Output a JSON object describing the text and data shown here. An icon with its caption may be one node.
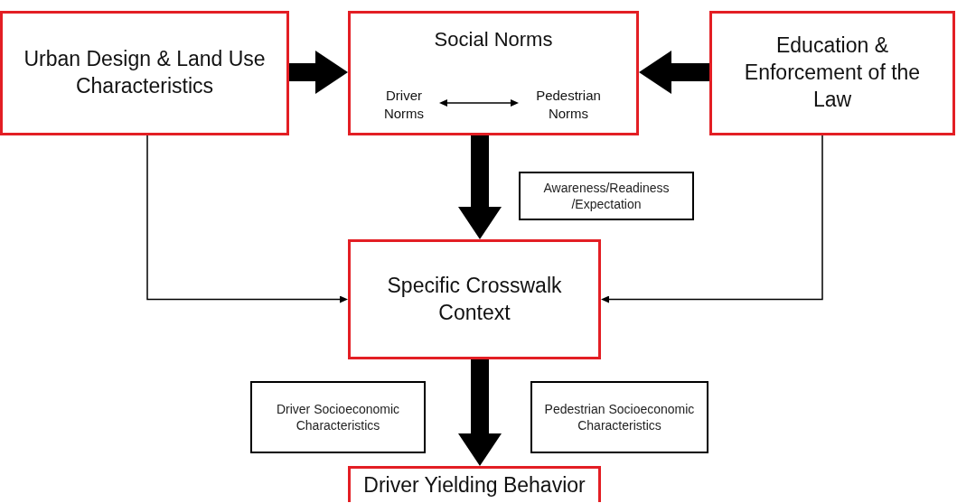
{
  "diagram": {
    "nodes": [
      {
        "text": [
          "Urban Design & Land Use Characteristics"
        ]
      },
      {
        "text": [
          "Social Norms"
        ]
      },
      {
        "text": [
          "Driver Norms"
        ],
        "in": 1
      },
      {
        "text": [
          "Pedestrian Norms"
        ],
        "in": 1
      },
      {
        "text": [
          "Education & Enforcement of the Law"
        ]
      },
      {
        "text": [
          "Awareness/Readiness /Expectation"
        ]
      },
      {
        "text": [
          "Specific Crosswalk Context"
        ]
      },
      {
        "text": [
          "Driver Socioeconomic Characteristics"
        ]
      },
      {
        "text": [
          "Pedestrian Socioeconomic Characteristics"
        ]
      },
      {
        "text": [
          "Driver Yielding Behavior"
        ]
      }
    ],
    "edges": [
      {
        "from": 0,
        "to": 1,
        "arrow": "to",
        "style": "thick"
      },
      {
        "from": 4,
        "to": 1,
        "arrow": "to",
        "style": "thick"
      },
      {
        "from": 2,
        "to": 3,
        "arrow": "both"
      },
      {
        "from": 1,
        "to": 6,
        "arrow": "to",
        "style": "thick"
      },
      {
        "from": 0,
        "to": 6,
        "arrow": "to"
      },
      {
        "from": 4,
        "to": 6,
        "arrow": "to"
      },
      {
        "from": 6,
        "to": 9,
        "arrow": "to",
        "style": "thick"
      }
    ]
  }
}
